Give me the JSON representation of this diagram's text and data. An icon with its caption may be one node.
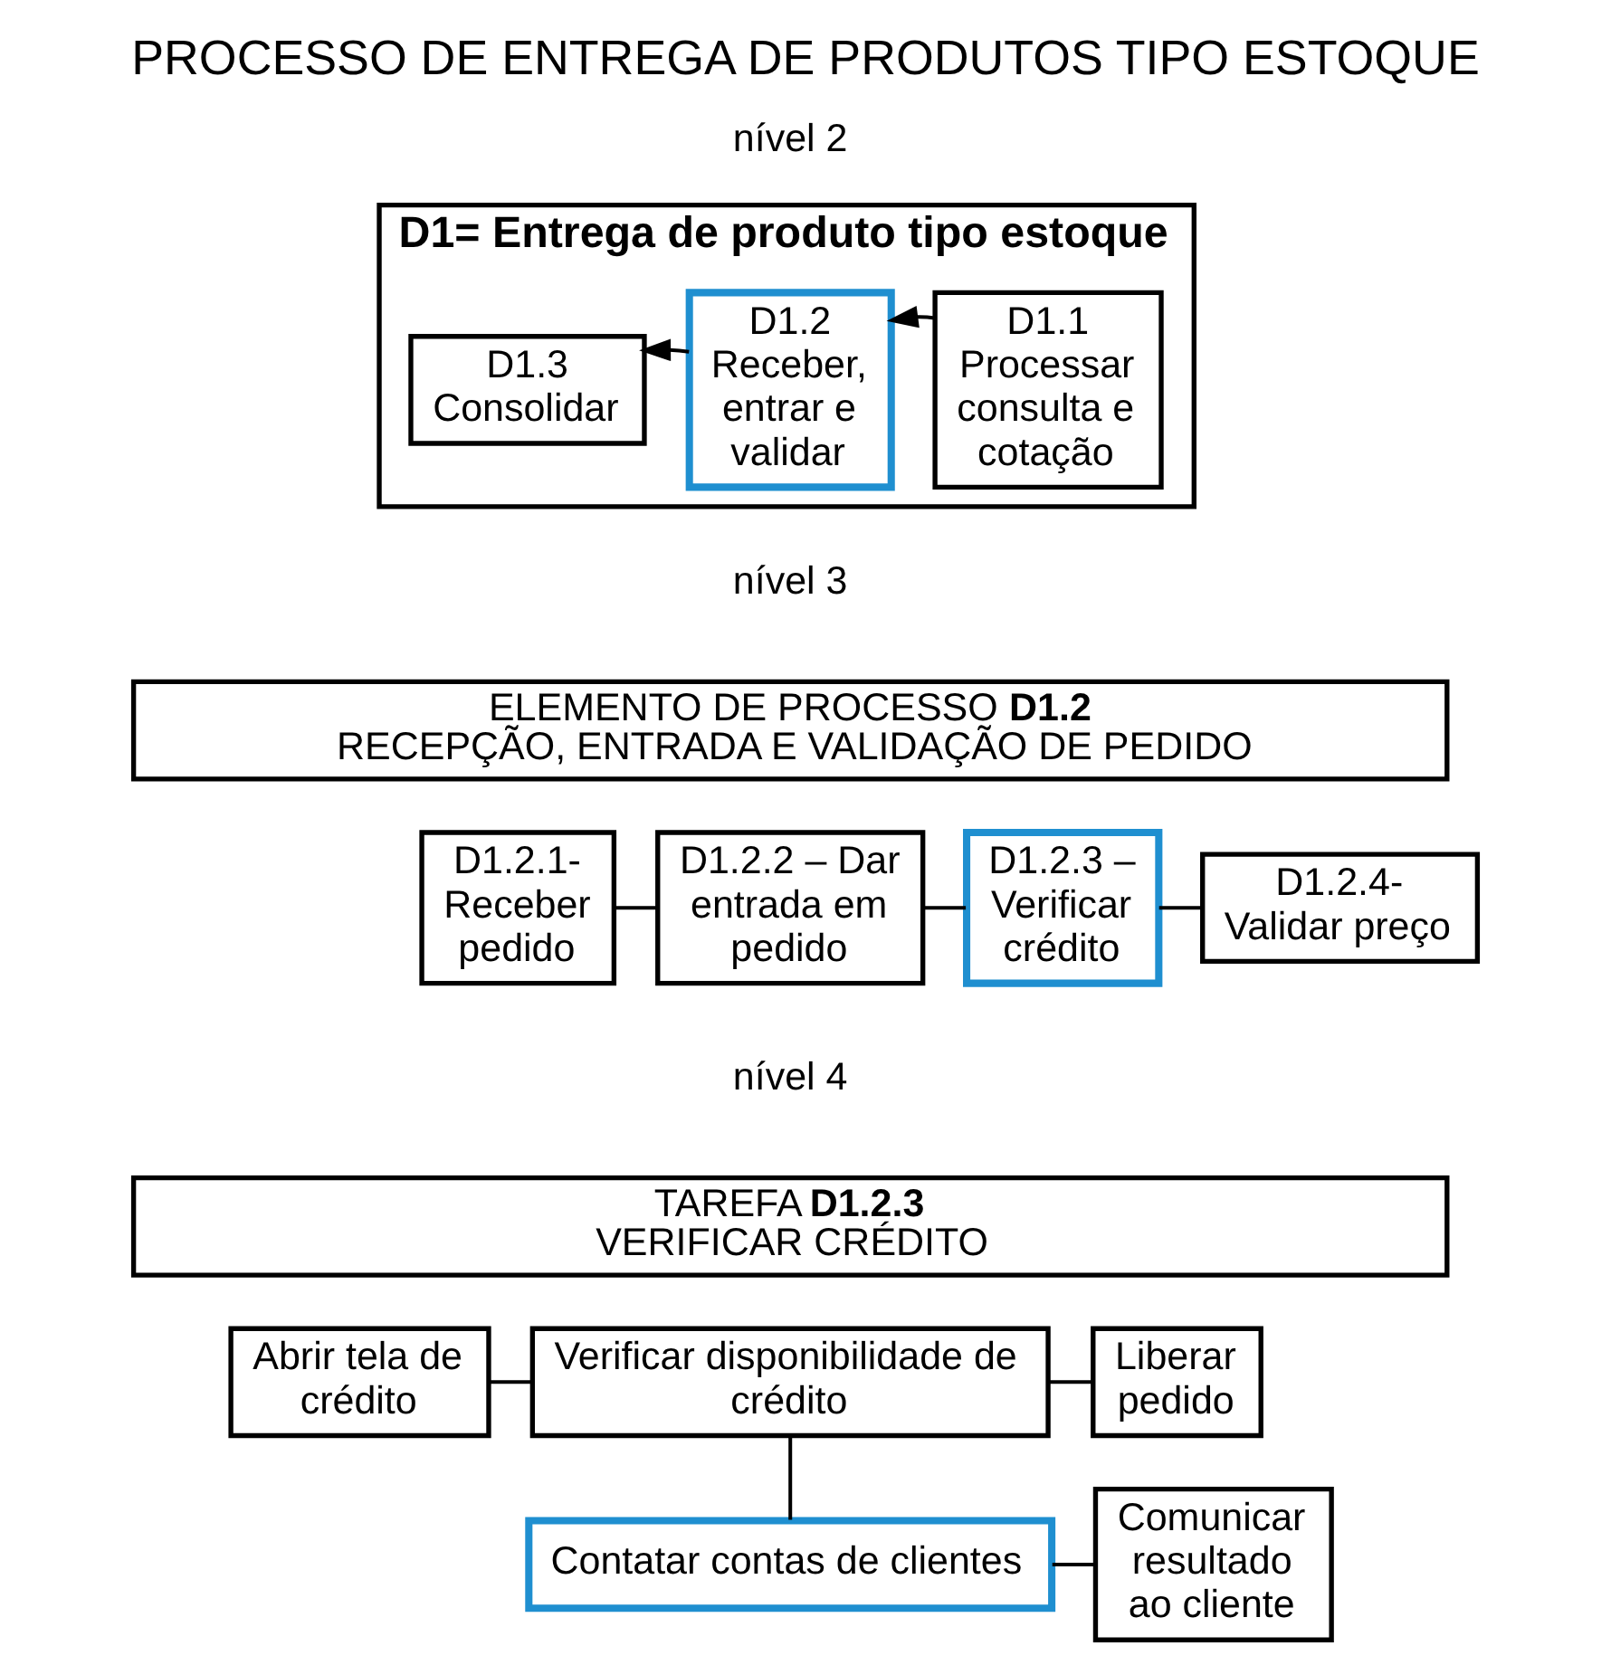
{
  "diagram": {
    "title": "PROCESSO DE ENTREGA DE PRODUTOS TIPO ESTOQUE",
    "nodes": [
      {
        "text": [
          "D1= Entrega de produto tipo estoque"
        ]
      },
      {
        "text": [
          "D1.3 Consolidar"
        ],
        "in": 0
      },
      {
        "text": [
          "D1.2 Receber, entrar e validar"
        ],
        "in": 0
      },
      {
        "text": [
          "D1.1 Processar consulta e cotação"
        ],
        "in": 0
      },
      {
        "text": [
          "ELEMENTO DE PROCESSO **D1.2**",
          "RECEPÇÃO, ENTRADA E VALIDAÇÃO DE PEDIDO"
        ]
      },
      {
        "text": [
          "D1.2.1- Receber pedido"
        ]
      },
      {
        "text": [
          "D1.2.2 – Dar entrada em pedido"
        ]
      },
      {
        "text": [
          "D1.2.3 – Verificar crédito"
        ]
      },
      {
        "text": [
          "D1.2.4- Validar preço"
        ]
      },
      {
        "text": [
          "TAREFA **D1.2.3**",
          "VERIFICAR CRÉDITO"
        ]
      },
      {
        "text": [
          "Abrir tela de crédito"
        ]
      },
      {
        "text": [
          "Verificar disponibilidade de crédito"
        ]
      },
      {
        "text": [
          "Liberar pedido"
        ]
      },
      {
        "text": [
          "Contatar contas de clientes"
        ]
      },
      {
        "text": [
          "Comunicar resultado ao cliente"
        ]
      }
    ],
    "edges": [
      {
        "from": 3,
        "to": 2,
        "arrow": "to"
      },
      {
        "from": 2,
        "to": 1,
        "arrow": "to"
      },
      {
        "from": 5,
        "to": 6,
        "arrow": "none"
      },
      {
        "from": 6,
        "to": 7,
        "arrow": "none"
      },
      {
        "from": 7,
        "to": 8,
        "arrow": "none"
      },
      {
        "from": 10,
        "to": 11,
        "arrow": "none"
      },
      {
        "from": 11,
        "to": 12,
        "arrow": "none"
      },
      {
        "from": 11,
        "to": 13,
        "arrow": "none"
      },
      {
        "from": 13,
        "to": 14,
        "arrow": "none"
      }
    ],
    "labels": [
      "nível 2",
      "nível 3",
      "nível 4"
    ]
  }
}
